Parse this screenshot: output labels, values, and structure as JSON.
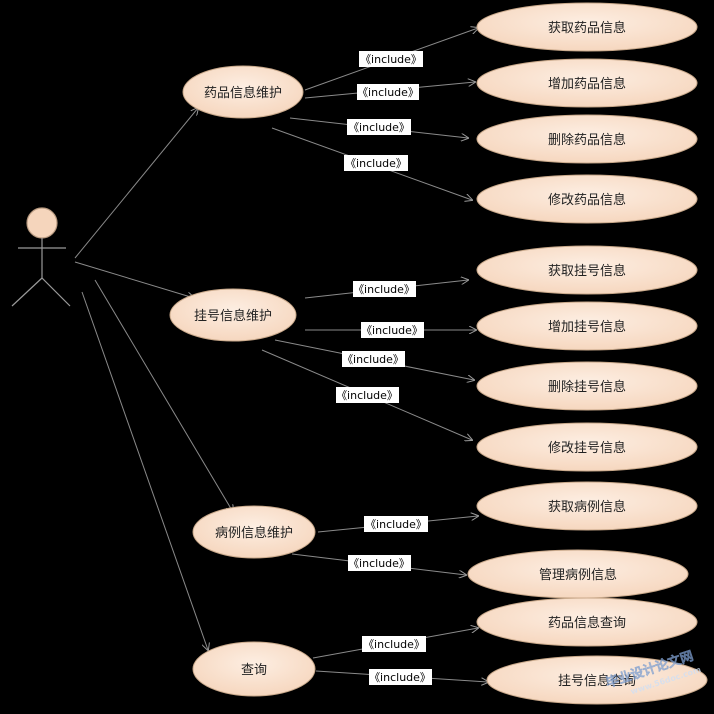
{
  "actor": {
    "name": ""
  },
  "use_cases": {
    "drug_maint": "药品信息维护",
    "drug_get": "获取药品信息",
    "drug_add": "增加药品信息",
    "drug_del": "删除药品信息",
    "drug_mod": "修改药品信息",
    "reg_maint": "挂号信息维护",
    "reg_get": "获取挂号信息",
    "reg_add": "增加挂号信息",
    "reg_del": "删除挂号信息",
    "reg_mod": "修改挂号信息",
    "case_maint": "病例信息维护",
    "case_get": "获取病例信息",
    "case_manage": "管理病例信息",
    "query": "查询",
    "query_drug": "药品信息查询",
    "query_reg": "挂号信息查询"
  },
  "relations": {
    "include_label": "《include》"
  },
  "watermark": {
    "line1": "毕业设计论文网",
    "line2": "www.56doc.com"
  },
  "colors": {
    "background": "#000000",
    "usecase_fill": "#fbe3cf",
    "usecase_stroke": "#c9a98b",
    "line": "#8a8a8a",
    "actor_fill": "#f5d5bc"
  }
}
